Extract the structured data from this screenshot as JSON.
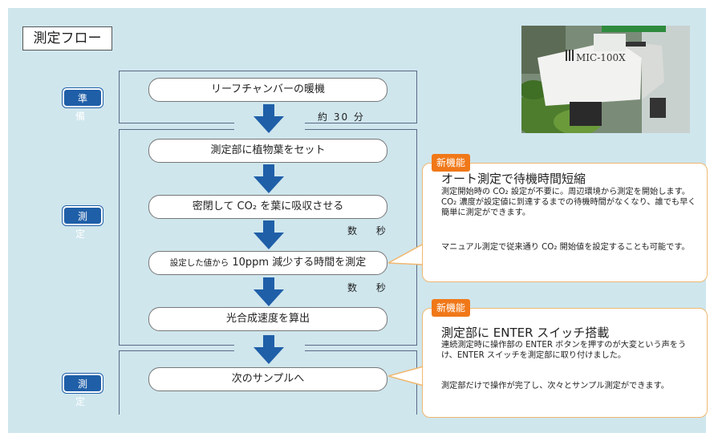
{
  "title": "測定フロー",
  "stages": {
    "prep": "準 備",
    "measure1": "測 定",
    "measure2": "測 定"
  },
  "steps": {
    "s1": "リーフチャンバーの暖機",
    "s2": "測定部に植物葉をセット",
    "s3": "密閉して CO₂ を葉に吸収させる",
    "s4_small": "設定した値から",
    "s4_main": "10ppm 減少する時間を測定",
    "s5": "光合成速度を算出",
    "s6": "次のサンプルへ"
  },
  "times": {
    "t1": "約 30 分",
    "t2": "数 秒",
    "t3": "数 秒"
  },
  "device": {
    "label": "MIC-100X"
  },
  "callout1": {
    "tag": "新機能",
    "title": "オート測定で待機時間短縮",
    "para1": "測定開始時の CO₂ 設定が不要に。周辺環境から測定を開始します。CO₂ 濃度が設定値に到達するまでの待機時間がなくなり、誰でも早く簡単に測定ができます。",
    "para2": "マニュアル測定で従来通り CO₂ 開始値を設定することも可能です。"
  },
  "callout2": {
    "tag": "新機能",
    "title": "測定部に ENTER スイッチ搭載",
    "para1": "連続測定時に操作部の ENTER ボタンを押すのが大変という声をうけ、ENTER スイッチを測定部に取り付けました。",
    "para2": "測定部だけで操作が完了し、次々とサンプル測定ができます。"
  },
  "colors": {
    "background": "#cfe6ed",
    "badge": "#1f5fa8",
    "arrow": "#1f5fa8",
    "new_tag": "#f07818",
    "callout_border": "#f0b870"
  }
}
